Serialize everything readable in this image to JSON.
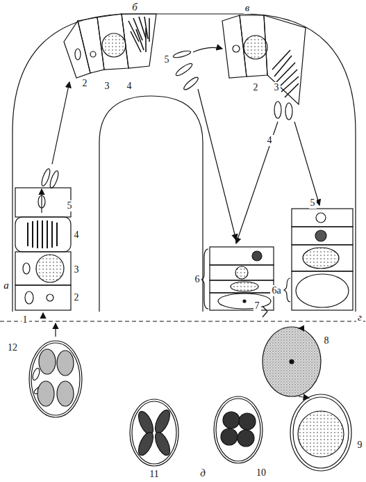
{
  "diagram": {
    "labels": [
      "б",
      "в",
      "5",
      "2",
      "3",
      "4",
      "2",
      "3",
      "4",
      "а",
      "5",
      "4",
      "3",
      "2",
      "5",
      "6",
      "6а",
      "7",
      "г",
      "1",
      "8",
      "12",
      "9",
      "11",
      "10",
      "д"
    ]
  }
}
